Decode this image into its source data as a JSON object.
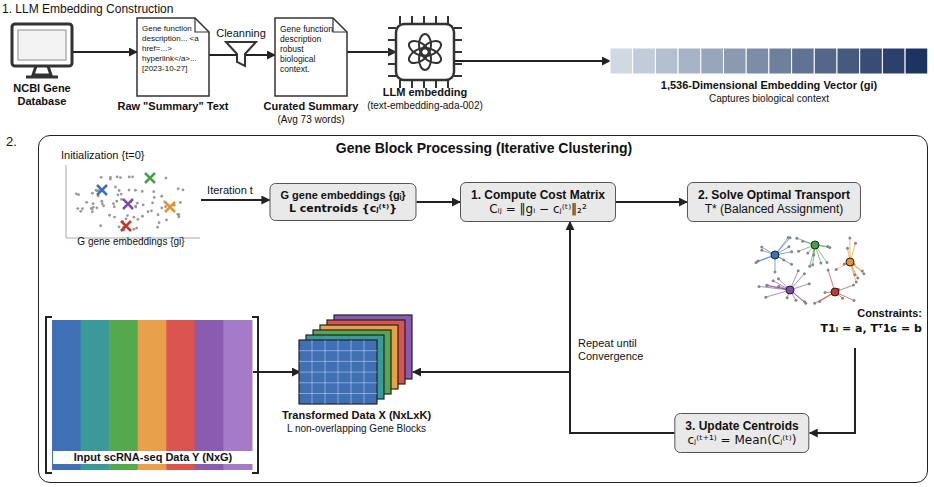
{
  "diagram": {
    "nodes": [
      {
        "text": [
          "NCBI Gene Database"
        ]
      },
      {
        "text": [
          "Gene function description... <a href=...> hyperlink</a>... [2023-10-27]",
          "Raw \"Summary\" Text"
        ]
      },
      {
        "text": [
          "Gene function description robust biological context.",
          "Curated Summary",
          "(Avg 73 words)"
        ]
      },
      {
        "text": [
          "LLM embedding",
          "(text-embedding-ada-002)"
        ]
      },
      {
        "text": [
          "1,536-Dimensional Embedding Vector (gi)",
          "Captures biological context"
        ]
      },
      {
        "text": [
          "Gene Block Processing (Iterative Clustering)"
        ]
      },
      {
        "text": [
          "Initialization {t=0}",
          "G gene embeddings {gi}"
        ],
        "in": 5
      },
      {
        "text": [
          "G gene embeddings {gᵢ}",
          "L centroids {cⱼ⁽ᵗ⁾}"
        ],
        "in": 5
      },
      {
        "text": [
          "1. Compute Cost Matrix",
          "Cᵢⱼ = ‖gᵢ − cⱼ⁽ᵗ⁾‖₂²"
        ],
        "in": 5
      },
      {
        "text": [
          "2. Solve Optimal Transport",
          "T* (Balanced Assignment)"
        ],
        "in": 5
      },
      {
        "text": [
          "Constraints:",
          "T1ₗ = a, Tᵀ1ɢ = b"
        ],
        "in": 5
      },
      {
        "text": [
          "3. Update Centroids",
          "cⱼ⁽ᵗ⁺¹⁾ = Mean(Cⱼ⁽ᵗ⁾)"
        ],
        "in": 5
      },
      {
        "text": [
          "Input scRNA-seq Data Y (NxG)"
        ],
        "in": 5
      },
      {
        "text": [
          "Transformed Data X (NxLxK)",
          "L non-overlapping Gene Blocks"
        ],
        "in": 5
      }
    ],
    "edges": [
      {
        "from": 0,
        "to": 1,
        "arrow": "to"
      },
      {
        "from": 1,
        "to": 2,
        "label": "Cleanning",
        "arrow": "to"
      },
      {
        "from": 2,
        "to": 3,
        "arrow": "to"
      },
      {
        "from": 3,
        "to": 4,
        "arrow": "to"
      },
      {
        "from": 6,
        "to": 7,
        "label": "Iteration t",
        "arrow": "to"
      },
      {
        "from": 7,
        "to": 8,
        "arrow": "to"
      },
      {
        "from": 8,
        "to": 9,
        "arrow": "to"
      },
      {
        "from": 10,
        "to": 11,
        "arrow": "to"
      },
      {
        "from": 11,
        "to": 8,
        "label": "Repeat until Convergence",
        "arrow": "to"
      },
      {
        "from": 11,
        "to": 13,
        "arrow": "to"
      },
      {
        "from": 12,
        "to": 13,
        "arrow": "to"
      }
    ],
    "labels": [
      "1. LLM Embedding Construction",
      "2."
    ]
  }
}
